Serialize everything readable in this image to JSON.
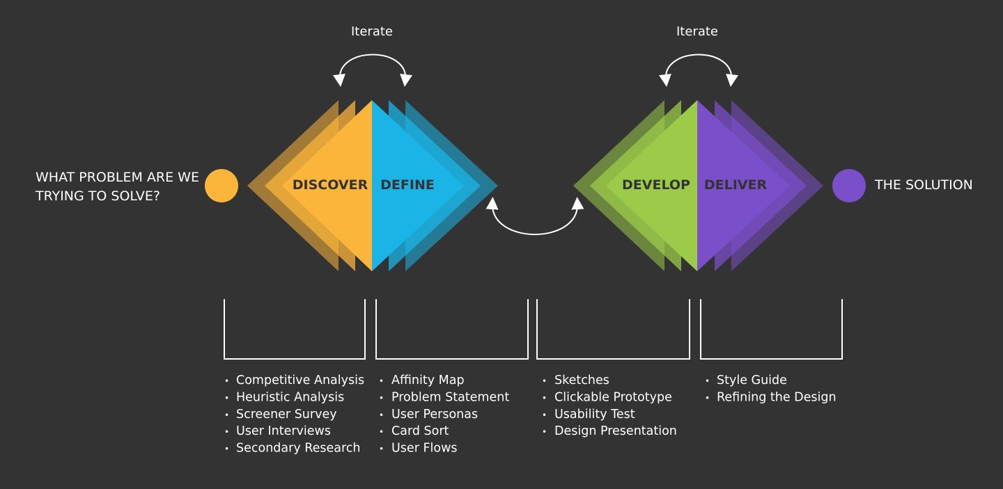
{
  "start_label": [
    "WHAT PROBLEM ARE WE",
    "TRYING TO SOLVE?"
  ],
  "end_label": "THE SOLUTION",
  "iterate_labels": [
    "Iterate",
    "Iterate"
  ],
  "colors": {
    "background": "#333333",
    "discover": "#fbb53a",
    "define": "#1ab5e6",
    "develop": "#9ccb49",
    "deliver": "#7b4fc9",
    "start_dot": "#fbb53a",
    "end_dot": "#7b4fc9"
  },
  "phases": [
    {
      "label": "DISCOVER",
      "items": [
        "Competitive Analysis",
        "Heuristic Analysis",
        "Screener Survey",
        "User Interviews",
        "Secondary Research"
      ]
    },
    {
      "label": "DEFINE",
      "items": [
        "Affinity Map",
        "Problem Statement",
        "User Personas",
        "Card Sort",
        "User Flows"
      ]
    },
    {
      "label": "DEVELOP",
      "items": [
        "Sketches",
        "Clickable Prototype",
        "Usability Test",
        "Design Presentation"
      ]
    },
    {
      "label": "DELIVER",
      "items": [
        "Style Guide",
        "Refining the Design"
      ]
    }
  ]
}
